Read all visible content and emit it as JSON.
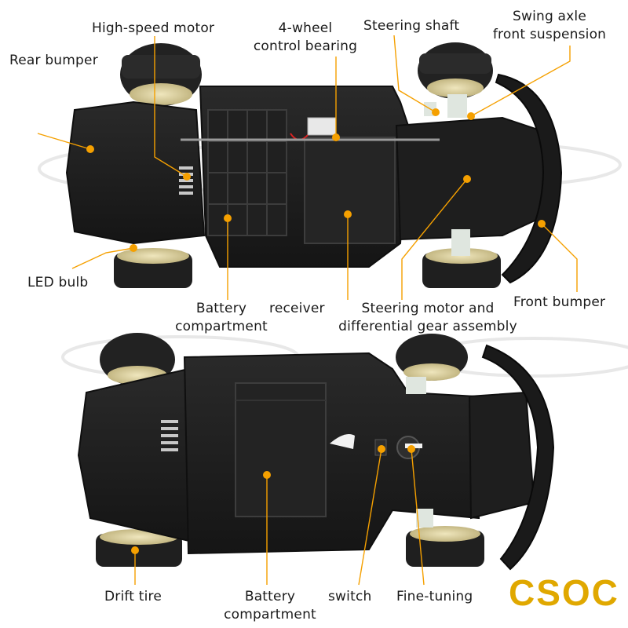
{
  "colors": {
    "leader": "#f5a000",
    "dot": "#f5a000",
    "chassis": "#1c1c1c",
    "chassis_hi": "#343434",
    "tire": "#202020",
    "rim": "#d8cfa2",
    "brand_gold": "#e0a800"
  },
  "brand": {
    "text": "CSOC"
  },
  "top_view": {
    "labels": {
      "rear_bumper": "Rear bumper",
      "high_speed_motor": "High-speed motor",
      "control_bearing": [
        "4-wheel",
        "control bearing"
      ],
      "steering_shaft": "Steering shaft",
      "swing_axle": [
        "Swing axle",
        "front suspension"
      ],
      "led_bulb": "LED bulb",
      "battery_compartment": [
        "Battery",
        "compartment"
      ],
      "receiver": "receiver",
      "steering_motor": [
        "Steering motor and",
        "differential gear assembly"
      ],
      "front_bumper": "Front bumper"
    }
  },
  "bottom_view": {
    "labels": {
      "drift_tire": "Drift tire",
      "battery_compartment": [
        "Battery",
        "compartment"
      ],
      "switch": "switch",
      "fine_tuning": "Fine-tuning"
    }
  }
}
